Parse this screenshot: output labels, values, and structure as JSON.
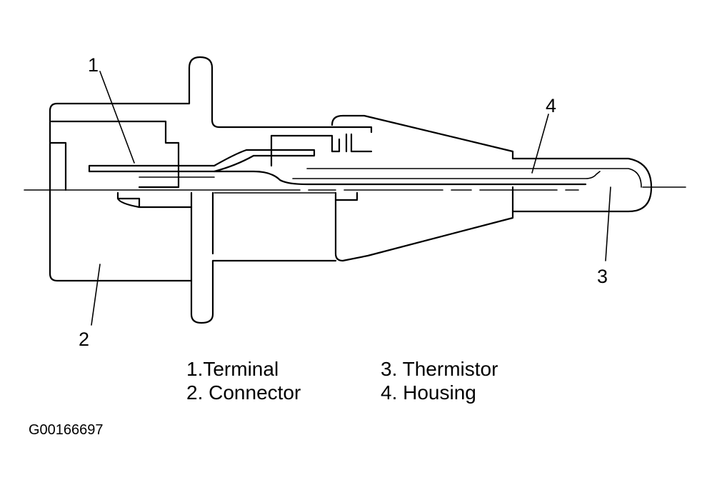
{
  "diagram": {
    "callouts": [
      {
        "id": "1",
        "label": "1"
      },
      {
        "id": "2",
        "label": "2"
      },
      {
        "id": "3",
        "label": "3"
      },
      {
        "id": "4",
        "label": "4"
      }
    ],
    "legend": [
      {
        "text": "1.Terminal"
      },
      {
        "text": "2. Connector"
      },
      {
        "text": "3. Thermistor"
      },
      {
        "text": "4. Housing"
      }
    ],
    "figure_id": "G00166697",
    "colors": {
      "ink": "#000000",
      "background": "#ffffff"
    }
  }
}
